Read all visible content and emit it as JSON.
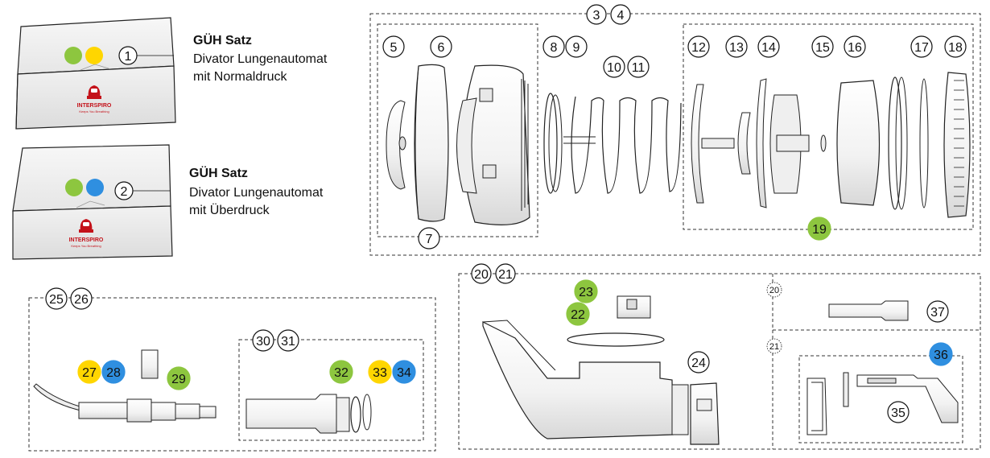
{
  "kits": [
    {
      "callout": "1",
      "title": "GÜH Satz",
      "line1": "Divator Lungenautomat",
      "line2": "mit Normaldruck",
      "dots": [
        "#8dc63f",
        "#ffd600"
      ]
    },
    {
      "callout": "2",
      "title": "GÜH Satz",
      "line1": "Divator Lungenautomat",
      "line2": "mit Überdruck",
      "dots": [
        "#8dc63f",
        "#2f8fe0"
      ]
    }
  ],
  "box_logo": {
    "brand": "INTERSPIRO",
    "tagline": "Keeps You Breathing"
  },
  "colors": {
    "green": "#8dc63f",
    "yellow": "#ffd600",
    "blue": "#2f8fe0",
    "logo_red": "#c4121a"
  },
  "callouts": {
    "c3": "3",
    "c4": "4",
    "c5": "5",
    "c6": "6",
    "c7": "7",
    "c8": "8",
    "c9": "9",
    "c10": "10",
    "c11": "11",
    "c12": "12",
    "c13": "13",
    "c14": "14",
    "c15": "15",
    "c16": "16",
    "c17": "17",
    "c18": "18",
    "c19": "19",
    "c20": "20",
    "c21": "21",
    "c22": "22",
    "c23": "23",
    "c24": "24",
    "c25": "25",
    "c26": "26",
    "c27": "27",
    "c28": "28",
    "c29": "29",
    "c30": "30",
    "c31": "31",
    "c32": "32",
    "c33": "33",
    "c34": "34",
    "c35": "35",
    "c36": "36",
    "c37": "37",
    "sub20": "20",
    "sub21": "21"
  }
}
